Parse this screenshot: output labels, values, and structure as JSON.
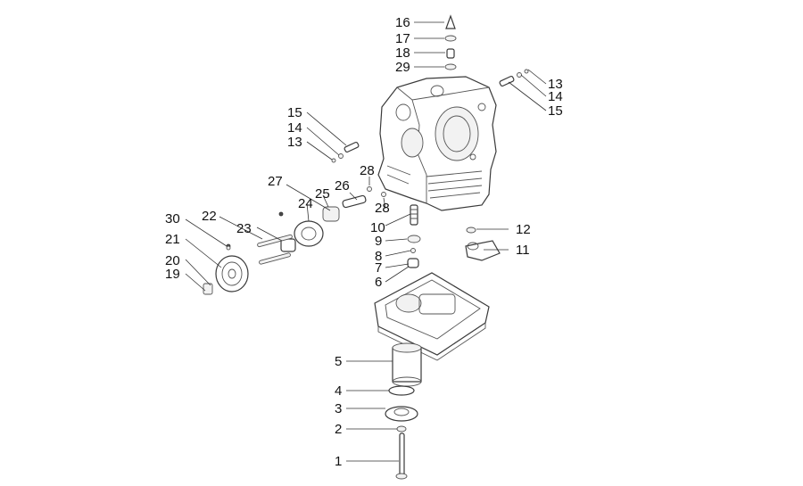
{
  "callouts": [
    {
      "id": "c16",
      "label": "16"
    },
    {
      "id": "c17",
      "label": "17"
    },
    {
      "id": "c18",
      "label": "18"
    },
    {
      "id": "c29",
      "label": "29"
    },
    {
      "id": "c13r",
      "label": "13"
    },
    {
      "id": "c14r",
      "label": "14"
    },
    {
      "id": "c15r",
      "label": "15"
    },
    {
      "id": "c15l",
      "label": "15"
    },
    {
      "id": "c14l",
      "label": "14"
    },
    {
      "id": "c13l",
      "label": "13"
    },
    {
      "id": "c28a",
      "label": "28"
    },
    {
      "id": "c27",
      "label": "27"
    },
    {
      "id": "c26",
      "label": "26"
    },
    {
      "id": "c25",
      "label": "25"
    },
    {
      "id": "c24",
      "label": "24"
    },
    {
      "id": "c28b",
      "label": "28"
    },
    {
      "id": "c30",
      "label": "30"
    },
    {
      "id": "c22",
      "label": "22"
    },
    {
      "id": "c23",
      "label": "23"
    },
    {
      "id": "c10",
      "label": "10"
    },
    {
      "id": "c12",
      "label": "12"
    },
    {
      "id": "c21",
      "label": "21"
    },
    {
      "id": "c9",
      "label": "9"
    },
    {
      "id": "c11",
      "label": "11"
    },
    {
      "id": "c8",
      "label": "8"
    },
    {
      "id": "c20",
      "label": "20"
    },
    {
      "id": "c7",
      "label": "7"
    },
    {
      "id": "c19",
      "label": "19"
    },
    {
      "id": "c6",
      "label": "6"
    },
    {
      "id": "c5",
      "label": "5"
    },
    {
      "id": "c4",
      "label": "4"
    },
    {
      "id": "c3",
      "label": "3"
    },
    {
      "id": "c2",
      "label": "2"
    },
    {
      "id": "c1",
      "label": "1"
    }
  ]
}
